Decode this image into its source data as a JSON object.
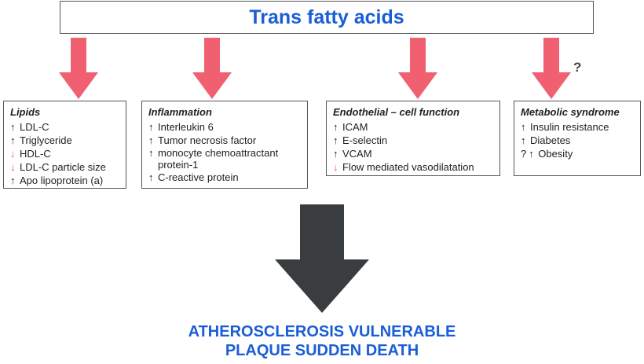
{
  "title": "Trans fatty acids",
  "question_mark": "?",
  "colors": {
    "accent_blue": "#1a5ed6",
    "arrow_pink": "#f06070",
    "down_arrow": "#e05a7a",
    "big_arrow": "#3a3d3f"
  },
  "boxes": [
    {
      "title": "Lipids",
      "items": [
        {
          "dir": "up",
          "text": "LDL-C"
        },
        {
          "dir": "up",
          "text": "Triglyceride"
        },
        {
          "dir": "down",
          "text": "HDL-C"
        },
        {
          "dir": "down",
          "text": "LDL-C particle size"
        },
        {
          "dir": "up",
          "text": "Apo lipoprotein (a)"
        }
      ]
    },
    {
      "title": "Inflammation",
      "items": [
        {
          "dir": "up",
          "text": "Interleukin 6"
        },
        {
          "dir": "up",
          "text": "Tumor necrosis factor"
        },
        {
          "dir": "up",
          "text": "monocyte chemoattractant protein-1"
        },
        {
          "dir": "up",
          "text": "C-reactive protein"
        }
      ]
    },
    {
      "title": "Endothelial – cell function",
      "items": [
        {
          "dir": "up",
          "text": "ICAM"
        },
        {
          "dir": "up",
          "text": "E-selectin"
        },
        {
          "dir": "up",
          "text": "VCAM"
        },
        {
          "dir": "down",
          "text": "Flow mediated vasodilatation"
        }
      ]
    },
    {
      "title": "Metabolic syndrome",
      "items": [
        {
          "dir": "up",
          "text": "Insulin resistance"
        },
        {
          "dir": "up",
          "text": "Diabetes"
        },
        {
          "dir": "up",
          "prefix": "?",
          "text": "Obesity"
        }
      ]
    }
  ],
  "conclusion": {
    "line1": "ATHEROSCLEROSIS VULNERABLE",
    "line2": "PLAQUE SUDDEN DEATH"
  }
}
